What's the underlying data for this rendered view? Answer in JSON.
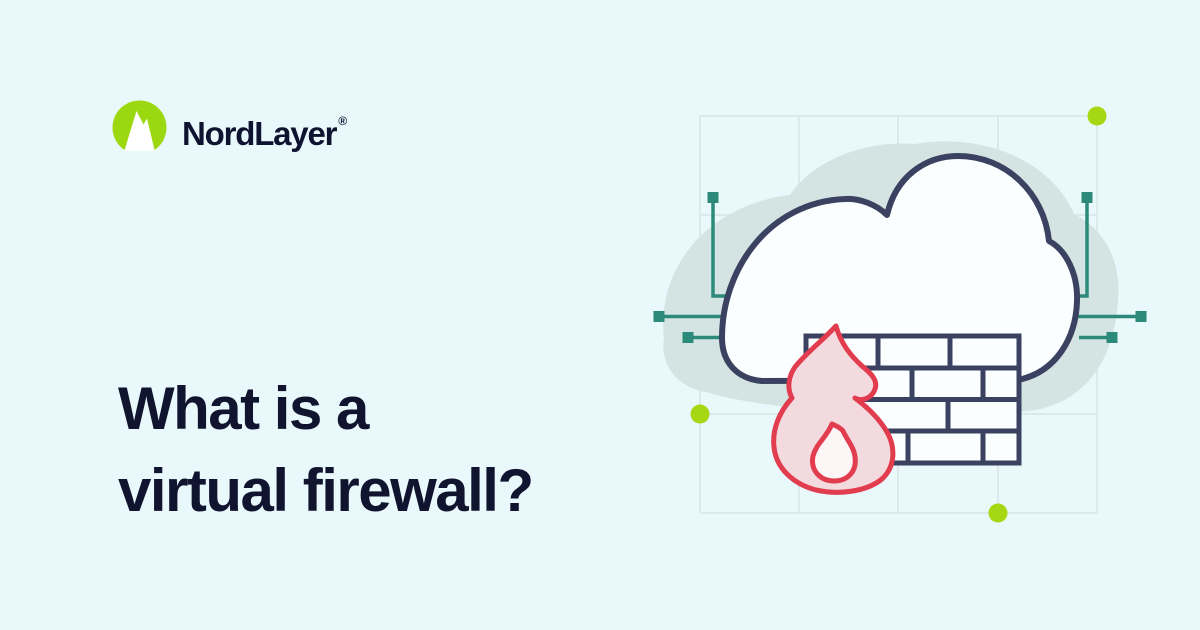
{
  "brand": {
    "name": "NordLayer",
    "registered_mark": "®"
  },
  "headline": {
    "line1": "What is a",
    "line2": "virtual firewall?",
    "full": "What is a virtual firewall?"
  },
  "illustration": {
    "name": "cloud-firewall",
    "elements": [
      "background-grid",
      "cloud-shadow-blob",
      "network-connectors",
      "cloud",
      "brick-wall",
      "flame",
      "accent-dots"
    ]
  },
  "colors": {
    "background": "#e9f8fb",
    "headline_text": "#10142e",
    "logo_green": "#9bd80f",
    "outline_navy": "#3b4261",
    "connector_teal": "#2b8a7a",
    "accent_lime": "#a6d713",
    "flame_red": "#e23c4f",
    "flame_pink_fill": "#f3dade",
    "flame_inner_fill": "#fdf6f7",
    "blob_teal": "#d4e4e3",
    "grid_line": "#dce8ea",
    "shape_fill_white": "#fbfeff"
  }
}
